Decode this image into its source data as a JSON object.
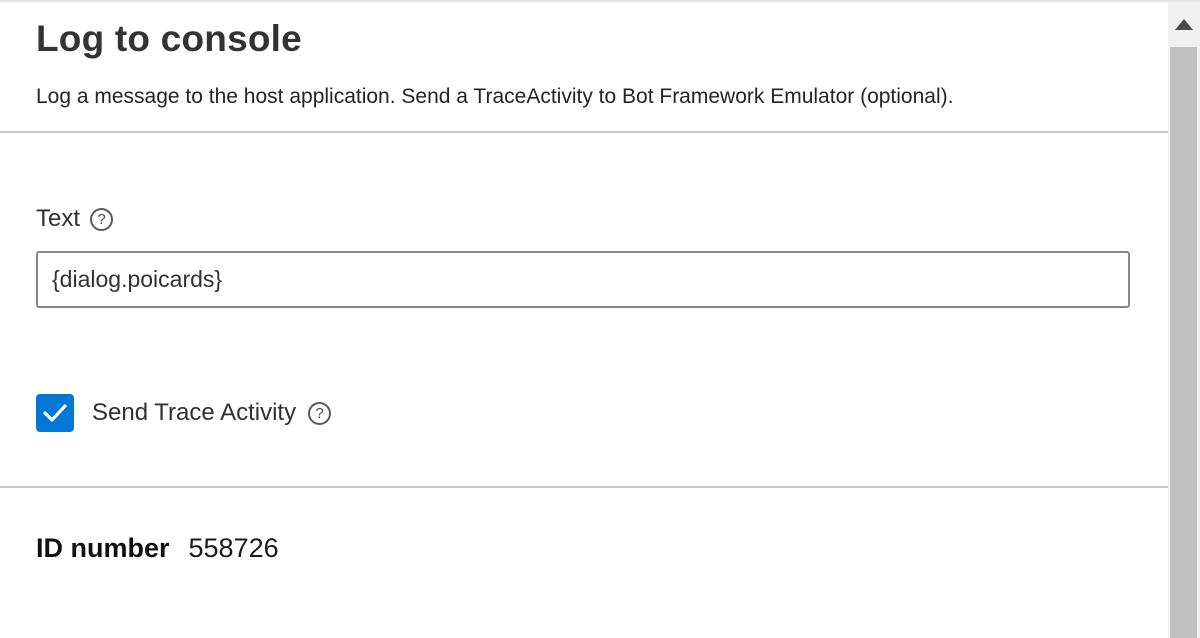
{
  "panel": {
    "title": "Log to console",
    "description": "Log a message to the host application. Send a TraceActivity to Bot Framework Emulator (optional).",
    "text_field": {
      "label": "Text",
      "value": "{dialog.poicards}",
      "help_glyph": "?"
    },
    "trace_checkbox": {
      "label": "Send Trace Activity",
      "checked": true,
      "help_glyph": "?"
    },
    "id_row": {
      "label": "ID number",
      "value": "558726"
    }
  },
  "colors": {
    "accent_blue": "#0078d4",
    "divider_gray": "#c8c8c8",
    "input_border": "#8a8886",
    "title_text": "#333333",
    "body_text": "#323130",
    "scrollbar_track": "#f1f1f1",
    "scrollbar_thumb": "#c1c1c1"
  }
}
